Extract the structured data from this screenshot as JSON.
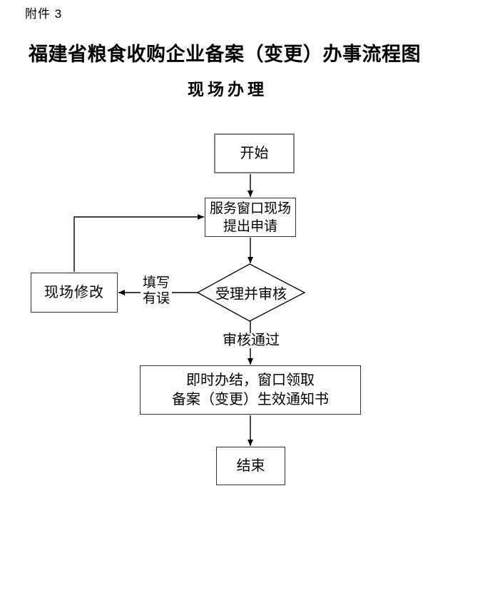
{
  "document": {
    "attachment_label": "附件 3",
    "title": "福建省粮食收购企业备案（变更）办事流程图",
    "subtitle": "现场办理"
  },
  "flowchart": {
    "nodes": {
      "start": {
        "shape": "rect",
        "label": "开始"
      },
      "apply": {
        "shape": "rect",
        "line1": "服务窗口现场",
        "line2": "提出申请"
      },
      "review": {
        "shape": "diamond",
        "label": "受理并审核"
      },
      "modify": {
        "shape": "rect",
        "label": "现场修改"
      },
      "result": {
        "shape": "rect",
        "line1": "即时办结，窗口领取",
        "line2": "备案（变更）生效通知书"
      },
      "end": {
        "shape": "rect",
        "label": "结束"
      }
    },
    "edges": {
      "review_to_modify": {
        "label_line1": "填写",
        "label_line2": "有误"
      },
      "review_to_result": {
        "label": "审核通过"
      }
    },
    "colors": {
      "background": "#ffffff",
      "text": "#000000",
      "line": "#000000",
      "start_box_border": "#7f7f7f",
      "box_border": "#303030"
    }
  }
}
